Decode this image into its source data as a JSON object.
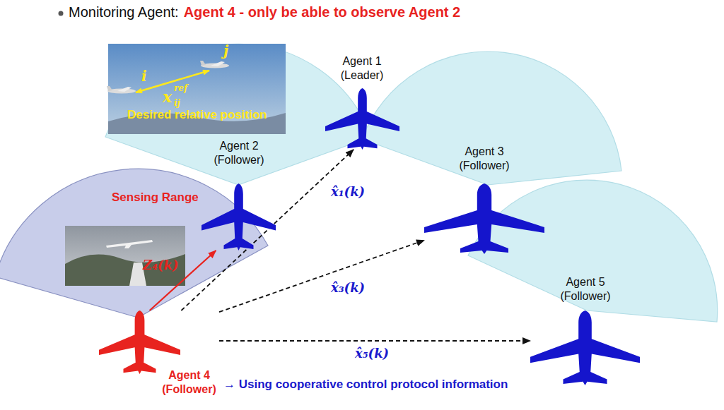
{
  "diagram": {
    "title": "Monitoring Agent:",
    "nodes": [
      {
        "text": [
          "Agent 1 (Leader)"
        ]
      },
      {
        "text": [
          "Agent 2 (Follower)"
        ]
      },
      {
        "text": [
          "Agent 3 (Follower)"
        ]
      },
      {
        "text": [
          "Agent 5 (Follower)"
        ]
      },
      {
        "text": [
          "Agent 4 (Follower)"
        ]
      }
    ],
    "edges": [
      {
        "from": 4,
        "to": 1,
        "arrow": "to",
        "label": "Z₄(k)"
      },
      {
        "from": 4,
        "to": 0,
        "arrow": "to",
        "label": "x̂₁(k)"
      },
      {
        "from": 4,
        "to": 2,
        "arrow": "to",
        "label": "x̂₃(k)"
      },
      {
        "from": 4,
        "to": 3,
        "arrow": "to",
        "label": "x̂₅(k)"
      }
    ],
    "labels": [
      "Agent 4 - only be able to observe Agent 2",
      "i",
      "j",
      "x",
      "ref",
      "ij",
      "Desired relative position",
      "Sensing Range",
      "→ Using cooperative control protocol information"
    ]
  }
}
